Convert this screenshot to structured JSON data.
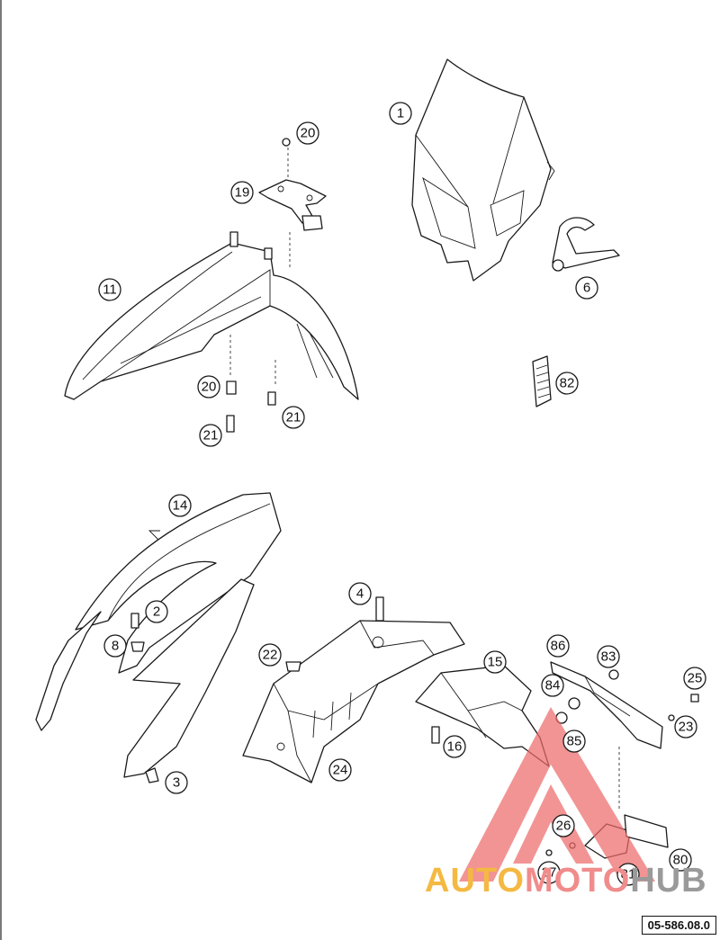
{
  "diagram": {
    "callouts": [
      {
        "id": "c1",
        "label": "1"
      },
      {
        "id": "c6",
        "label": "6"
      },
      {
        "id": "c20a",
        "label": "20"
      },
      {
        "id": "c19",
        "label": "19"
      },
      {
        "id": "c11",
        "label": "11"
      },
      {
        "id": "c20b",
        "label": "20"
      },
      {
        "id": "c21a",
        "label": "21"
      },
      {
        "id": "c21b",
        "label": "21"
      },
      {
        "id": "c82",
        "label": "82"
      },
      {
        "id": "c14",
        "label": "14"
      },
      {
        "id": "c2",
        "label": "2"
      },
      {
        "id": "c8",
        "label": "8"
      },
      {
        "id": "c3",
        "label": "3"
      },
      {
        "id": "c4",
        "label": "4"
      },
      {
        "id": "c22",
        "label": "22"
      },
      {
        "id": "c24",
        "label": "24"
      },
      {
        "id": "c15",
        "label": "15"
      },
      {
        "id": "c16",
        "label": "16"
      },
      {
        "id": "c86",
        "label": "86"
      },
      {
        "id": "c83",
        "label": "83"
      },
      {
        "id": "c84",
        "label": "84"
      },
      {
        "id": "c85",
        "label": "85"
      },
      {
        "id": "c25",
        "label": "25"
      },
      {
        "id": "c23",
        "label": "23"
      },
      {
        "id": "c26",
        "label": "26"
      },
      {
        "id": "c80",
        "label": "80"
      },
      {
        "id": "c27",
        "label": "27"
      },
      {
        "id": "c81",
        "label": "81"
      }
    ],
    "diagram_code": "05-586.08.0",
    "watermark": {
      "part1": "AUTO",
      "part2": "MOTO",
      "part3": "HUB"
    }
  }
}
